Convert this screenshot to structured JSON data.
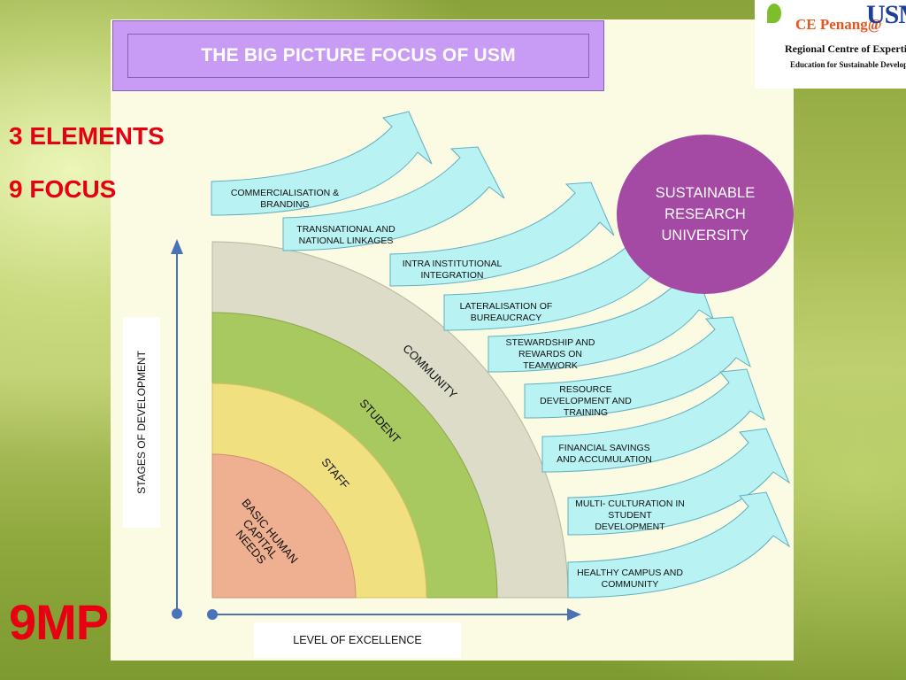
{
  "title": "THE BIG PICTURE FOCUS OF USM",
  "side": {
    "elements": "3 ELEMENTS",
    "focus": "9 FOCUS",
    "plan": "9MP"
  },
  "logo": {
    "top": "CE Penang@",
    "usm": "USM",
    "line2": "Regional Centre of Expertise",
    "line3": "Education for Sustainable Development"
  },
  "goal": "SUSTAINABLE RESEARCH UNIVERSITY",
  "axes": {
    "y_label": "STAGES OF DEVELOPMENT",
    "x_label": "LEVEL OF EXCELLENCE"
  },
  "rings": {
    "community": "COMMUNITY",
    "student": "STUDENT",
    "staff": "STAFF",
    "core": "BASIC HUMAN CAPITAL NEEDS"
  },
  "focus_items": [
    "COMMERCIALISATION & BRANDING",
    "TRANSNATIONAL AND NATIONAL LINKAGES",
    "INTRA INSTITUTIONAL INTEGRATION",
    "LATERALISATION OF BUREAUCRACY",
    "STEWARDSHIP AND REWARDS ON TEAMWORK",
    "RESOURCE DEVELOPMENT AND TRAINING",
    "FINANCIAL SAVINGS AND ACCUMULATION",
    "MULTI- CULTURATION IN STUDENT DEVELOPMENT",
    "HEALTHY CAMPUS AND COMMUNITY"
  ],
  "colors": {
    "title_bg": "#c89cf4",
    "goal_bg": "#a54aa4",
    "arrow_fill": "#b9f2f3",
    "ring_community": "#dcdcc8",
    "ring_student": "#a8c860",
    "ring_staff": "#f0e080",
    "ring_core": "#eeb090",
    "highlight_text": "#e60012"
  }
}
